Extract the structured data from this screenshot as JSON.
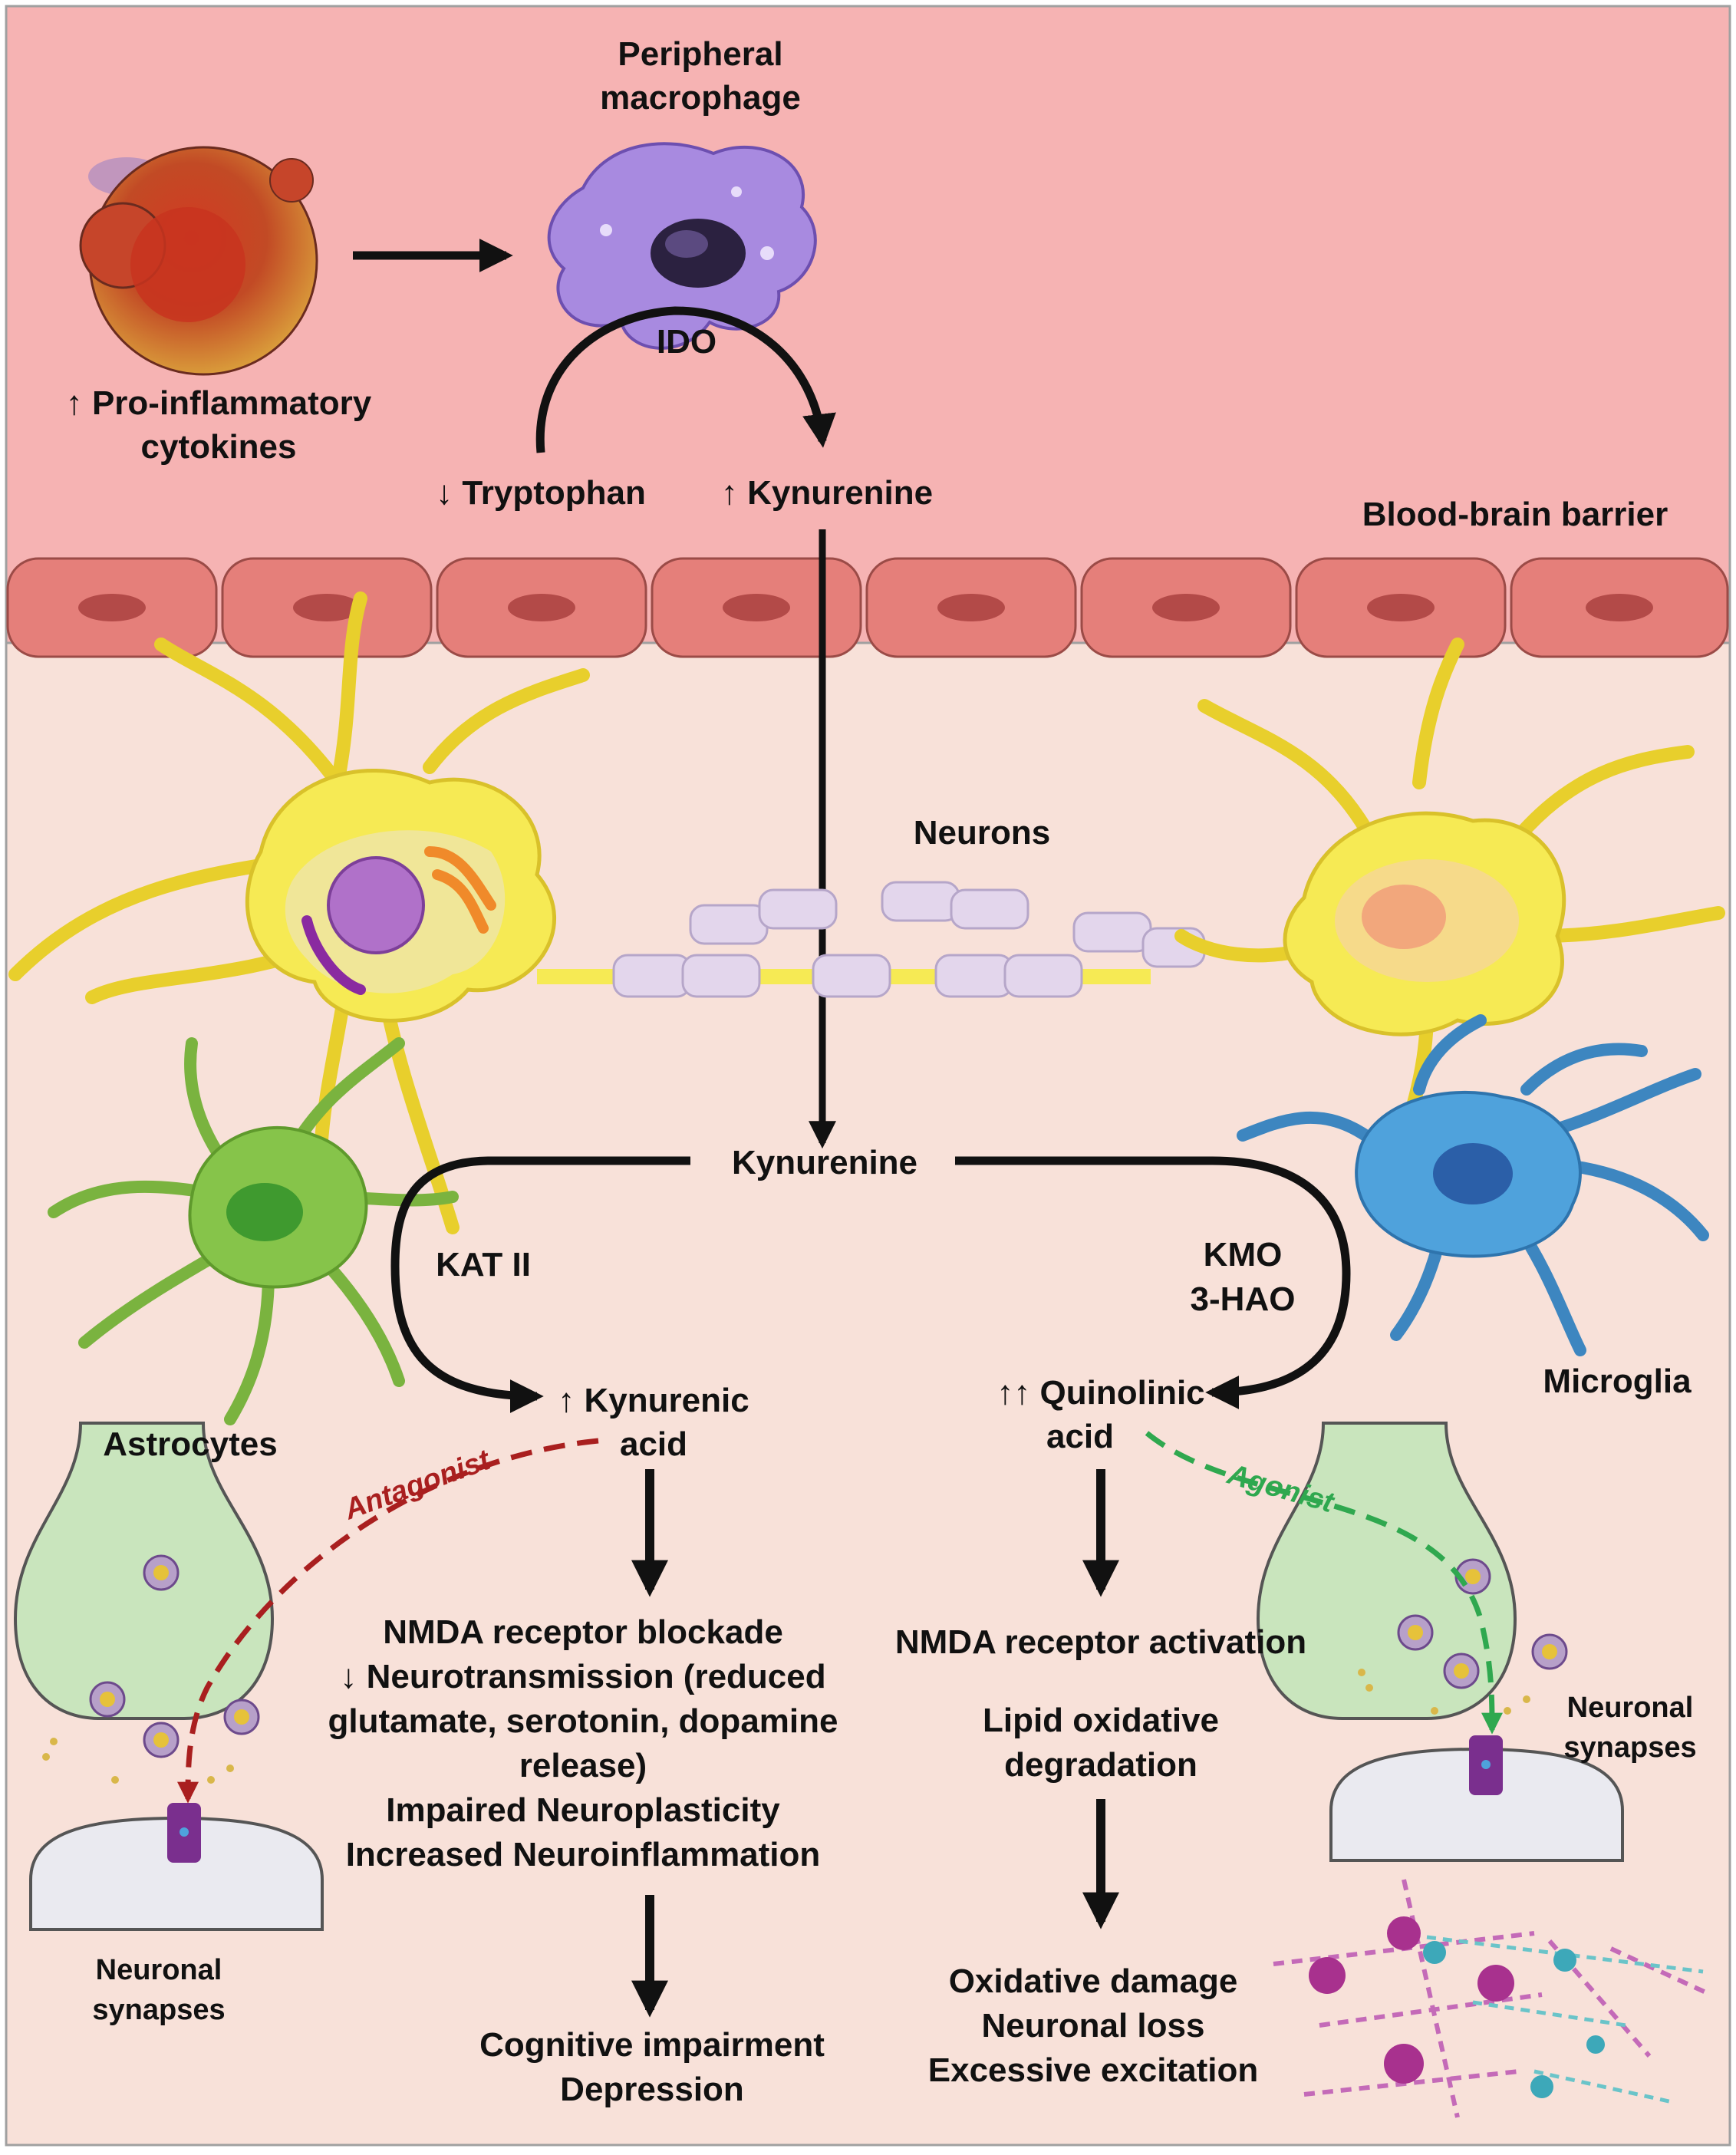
{
  "colors": {
    "blood_region": "#f6b3b3",
    "brain_region": "#f8e1d9",
    "barrier_cell": "#e57f7a",
    "barrier_nucleus": "#b34a48",
    "neuron": "#f6ea54",
    "astrocyte": "#86c44a",
    "microglia": "#4fa2dc",
    "macrophage": "#a88ae0",
    "myelin": "#e3d6ec",
    "synapse_terminal": "#c9e5bd",
    "receptor": "#7a2f8e",
    "antagonist_arrow": "#a91f1f",
    "agonist_arrow": "#2fa84f"
  },
  "labels": {
    "cytokines": [
      "↑ Pro-inflammatory",
      "cytokines"
    ],
    "macrophage": [
      "Peripheral",
      "macrophage"
    ],
    "ido": "IDO",
    "tryptophan": "↓ Tryptophan",
    "kynurenine_blood": "↑ Kynurenine",
    "bbb": "Blood-brain barrier",
    "neurons": "Neurons",
    "kynurenine_brain": "Kynurenine",
    "kat": "KAT II",
    "kmo": [
      "KMO",
      "3-HAO"
    ],
    "kynurenic": [
      "↑ Kynurenic",
      "acid"
    ],
    "quinolinic": [
      "↑↑ Quinolinic",
      "acid"
    ],
    "astrocytes": "Astrocytes",
    "microglia": "Microglia",
    "antagonist": "Antagonist",
    "agonist": "Agonist",
    "synapse_left": [
      "Neuronal",
      "synapses"
    ],
    "synapse_right": [
      "Neuronal",
      "synapses"
    ],
    "left_effects": [
      "NMDA receptor blockade",
      "↓ Neurotransmission (reduced",
      "glutamate, serotonin, dopamine",
      "release)",
      "Impaired Neuroplasticity",
      "Increased Neuroinflammation"
    ],
    "left_outcome": [
      "Cognitive impairment",
      "Depression"
    ],
    "right_effect1": "NMDA receptor activation",
    "right_effect2": [
      "Lipid oxidative",
      "degradation"
    ],
    "right_outcome": [
      "Oxidative damage",
      "Neuronal loss",
      "Excessive excitation"
    ]
  }
}
